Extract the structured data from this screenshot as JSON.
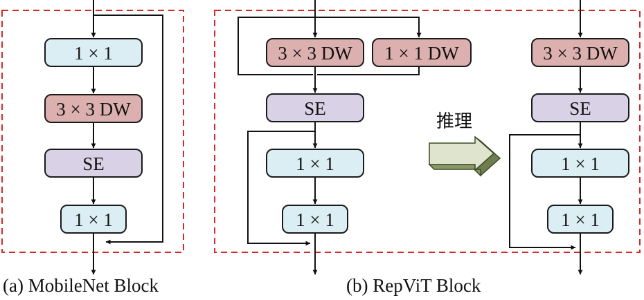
{
  "colors": {
    "frame": "#d62828",
    "pointwise_fill": "#dbeef4",
    "depthwise_fill": "#dcb0ae",
    "se_fill": "#d9d2e6",
    "big_arrow_face": "#dfe4cf",
    "big_arrow_side": "#6f7d50"
  },
  "mobilenet": {
    "caption": "(a) MobileNet Block",
    "nodes": [
      {
        "label": "1 × 1",
        "kind": "pointwise"
      },
      {
        "label": "3 × 3 DW",
        "kind": "depthwise"
      },
      {
        "label": "SE",
        "kind": "se"
      },
      {
        "label": "1 × 1",
        "kind": "pointwise"
      }
    ]
  },
  "repvit_train": {
    "branches": [
      {
        "label": "3 × 3 DW",
        "kind": "depthwise"
      },
      {
        "label": "1 × 1 DW",
        "kind": "depthwise"
      }
    ],
    "nodes": [
      {
        "label": "SE",
        "kind": "se"
      },
      {
        "label": "1 × 1",
        "kind": "pointwise"
      },
      {
        "label": "1 × 1",
        "kind": "pointwise"
      }
    ]
  },
  "transform": {
    "label": "推理"
  },
  "repvit_infer": {
    "nodes": [
      {
        "label": "3 × 3 DW",
        "kind": "depthwise"
      },
      {
        "label": "SE",
        "kind": "se"
      },
      {
        "label": "1 × 1",
        "kind": "pointwise"
      },
      {
        "label": "1 × 1",
        "kind": "pointwise"
      }
    ]
  },
  "repvit_caption": "(b) RepViT Block"
}
